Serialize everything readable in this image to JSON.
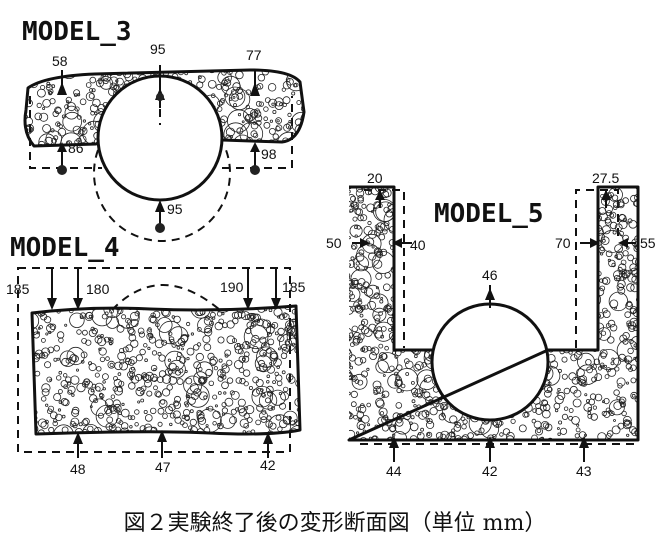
{
  "models": {
    "m3": {
      "title": "MODEL_3",
      "labels": {
        "top_left": "58",
        "top_center": "95",
        "top_right": "77",
        "bottom_left": "86",
        "bottom_right": "98",
        "bottom_center": "95"
      }
    },
    "m4": {
      "title": "MODEL_4",
      "labels": {
        "top_1": "185",
        "top_2": "180",
        "top_3": "190",
        "top_4": "185",
        "bottom_1": "48",
        "bottom_2": "47",
        "bottom_3": "42"
      }
    },
    "m5": {
      "title": "MODEL_5",
      "labels": {
        "top_left": "20",
        "top_right": "27.5",
        "left_outer": "50",
        "left_inner": "40",
        "right_inner": "70",
        "right_outer": "55",
        "hole_top": "46",
        "bottom_1": "44",
        "bottom_2": "42",
        "bottom_3": "43"
      }
    }
  },
  "caption": "図２実験終了後の変形断面図（単位 mm）"
}
